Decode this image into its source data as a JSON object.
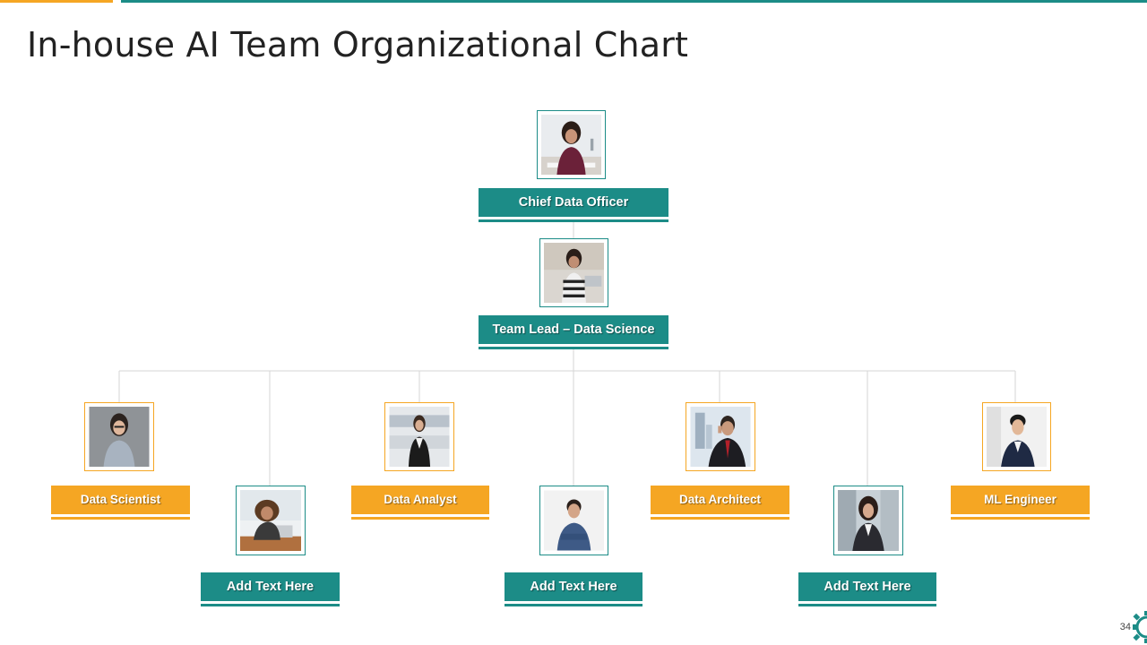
{
  "slide": {
    "title": "In-house AI Team Organizational Chart",
    "page_number": "34"
  },
  "colors": {
    "teal": "#1C8C87",
    "orange": "#F5A623",
    "connector": "#D6D6D6"
  },
  "org": {
    "chief": {
      "label": "Chief Data Officer",
      "icon": "person-photo"
    },
    "lead": {
      "label": "Team Lead – Data Science",
      "icon": "person-photo"
    },
    "members": [
      {
        "label": "Data Scientist"
      },
      {
        "label": "Add Text Here"
      },
      {
        "label": "Data Analyst"
      },
      {
        "label": "Add Text Here"
      },
      {
        "label": "Data Architect"
      },
      {
        "label": "Add Text Here"
      },
      {
        "label": "ML Engineer"
      }
    ]
  }
}
